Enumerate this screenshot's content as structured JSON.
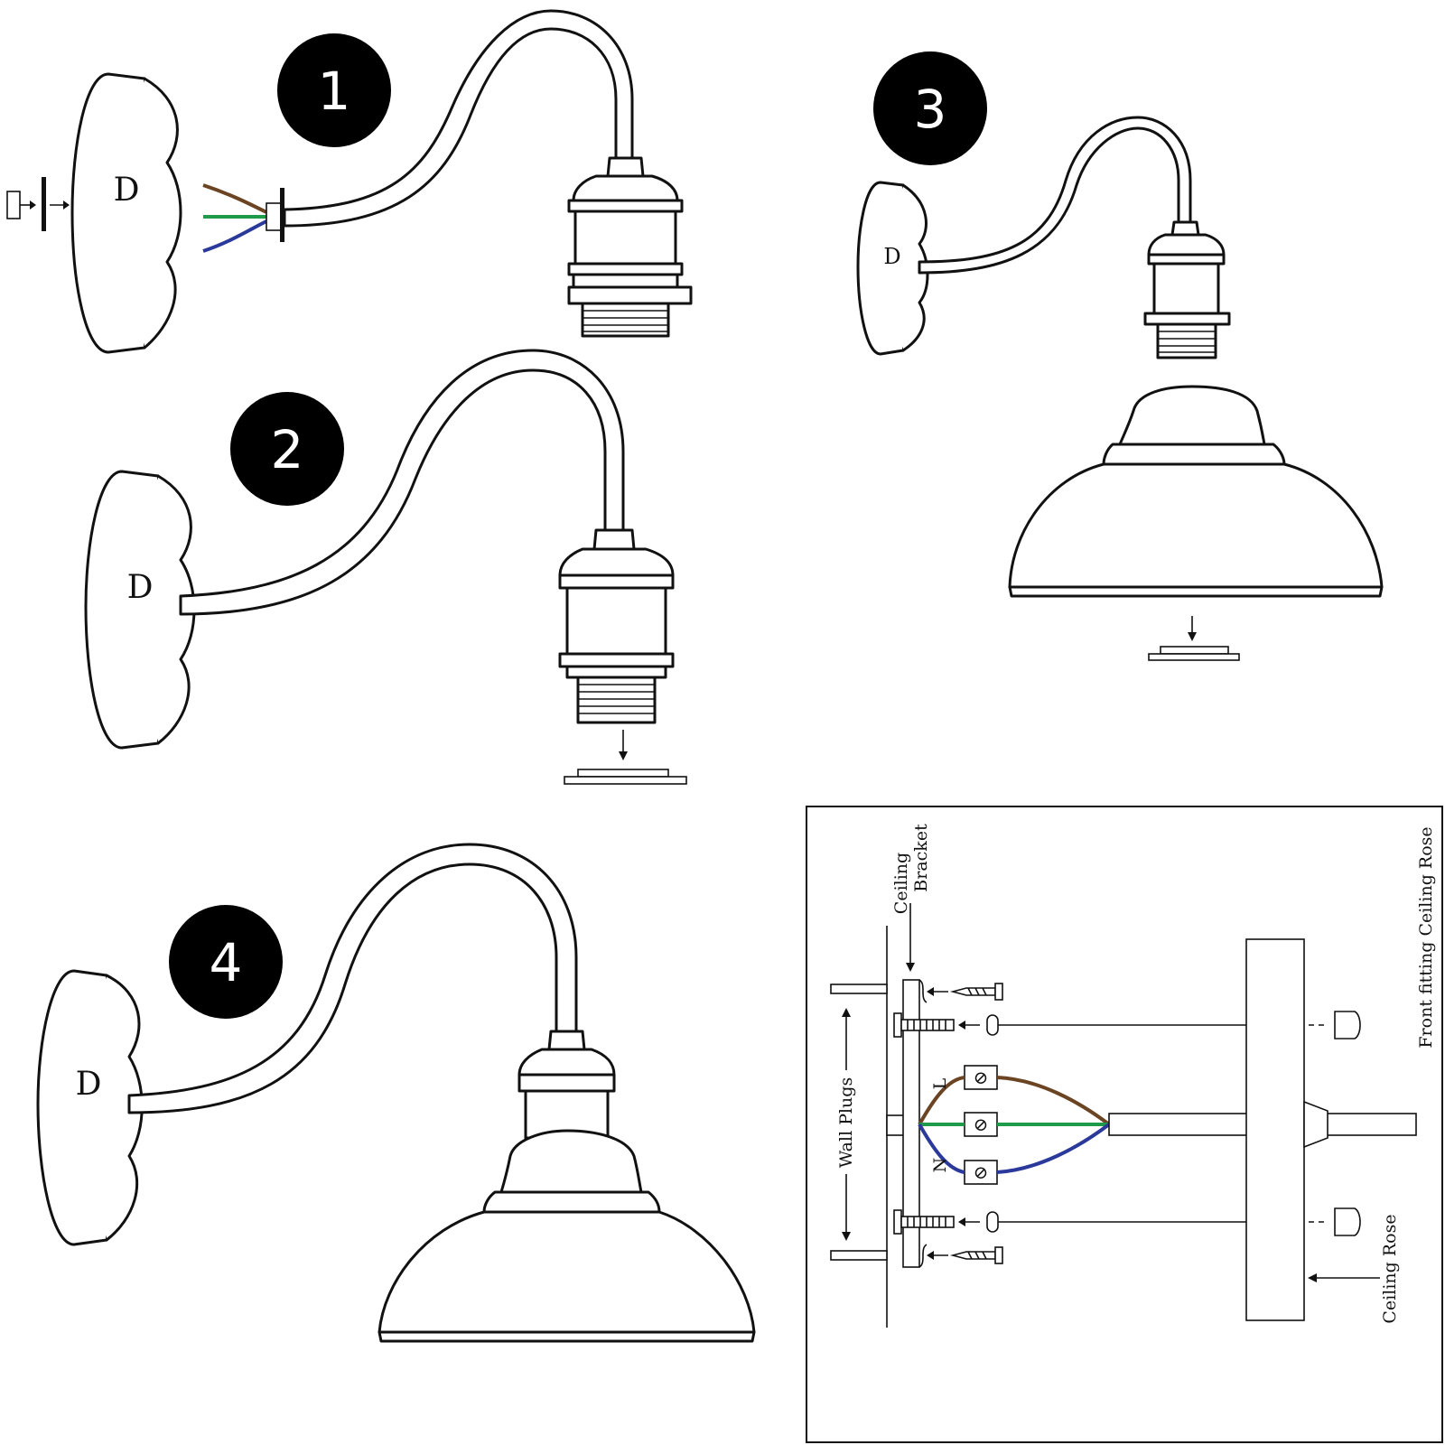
{
  "steps": [
    {
      "number": "1"
    },
    {
      "number": "2"
    },
    {
      "number": "3"
    },
    {
      "number": "4"
    }
  ],
  "rose_letter": "D",
  "wiring_diagram": {
    "labels": {
      "ceiling_bracket_line1": "Ceiling",
      "ceiling_bracket_line2": "Bracket",
      "front_fitting": "Front fitting Ceiling Rose",
      "wall_plugs": "Wall Plugs",
      "ceiling_rose": "Ceiling Rose",
      "live": "L",
      "neutral": "N",
      "terminal_symbol": "⊘"
    }
  },
  "colors": {
    "live_wire": "#6b4423",
    "earth_wire": "#1f9a4a",
    "neutral_wire": "#2b3a9a",
    "badge": "#000000",
    "line": "#111111"
  }
}
